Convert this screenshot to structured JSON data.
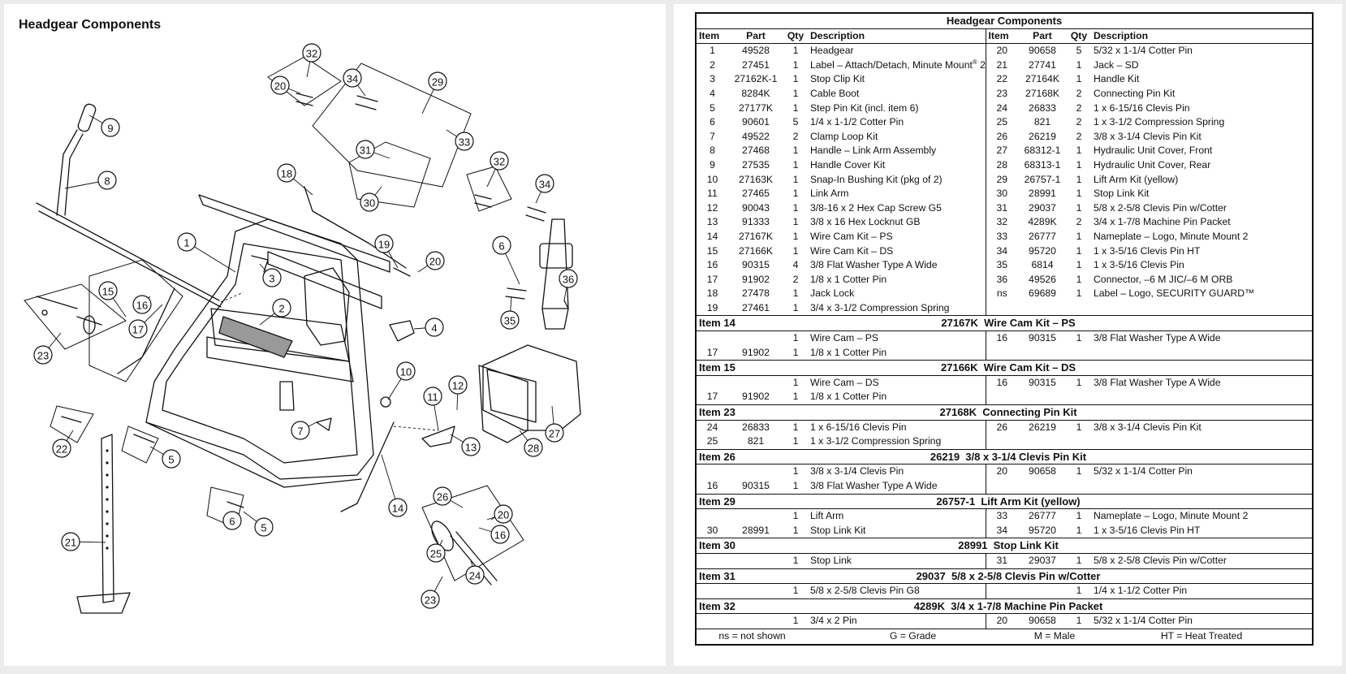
{
  "diagram": {
    "title": "Headgear Components",
    "callouts": [
      "1",
      "2",
      "3",
      "4",
      "5",
      "5",
      "6",
      "6",
      "7",
      "8",
      "9",
      "10",
      "11",
      "12",
      "13",
      "14",
      "15",
      "16",
      "16",
      "17",
      "18",
      "19",
      "20",
      "20",
      "20",
      "21",
      "22",
      "23",
      "23",
      "24",
      "25",
      "26",
      "27",
      "28",
      "29",
      "30",
      "31",
      "32",
      "32",
      "33",
      "34",
      "34",
      "35",
      "36"
    ]
  },
  "table": {
    "title": "Headgear Components",
    "headers": [
      "Item",
      "Part",
      "Qty",
      "Description",
      "Item",
      "Part",
      "Qty",
      "Description"
    ],
    "rows": [
      [
        "1",
        "49528",
        "1",
        "Headgear",
        "20",
        "90658",
        "5",
        "5/32 x 1-1/4 Cotter Pin"
      ],
      [
        "2",
        "27451",
        "1",
        "Label – Attach/Detach, Minute Mount® 2",
        "21",
        "27741",
        "1",
        "Jack – SD"
      ],
      [
        "3",
        "27162K-1",
        "1",
        "Stop Clip Kit",
        "22",
        "27164K",
        "1",
        "Handle Kit"
      ],
      [
        "4",
        "8284K",
        "1",
        "Cable Boot",
        "23",
        "27168K",
        "2",
        "Connecting Pin Kit"
      ],
      [
        "5",
        "27177K",
        "1",
        "Step Pin Kit (incl. item 6)",
        "24",
        "26833",
        "2",
        "1 x 6-15/16 Clevis Pin"
      ],
      [
        "6",
        "90601",
        "5",
        "1/4 x 1-1/2 Cotter Pin",
        "25",
        "821",
        "2",
        "1 x 3-1/2 Compression Spring"
      ],
      [
        "7",
        "49522",
        "2",
        "Clamp Loop Kit",
        "26",
        "26219",
        "2",
        "3/8 x 3-1/4 Clevis Pin Kit"
      ],
      [
        "8",
        "27468",
        "1",
        "Handle – Link Arm Assembly",
        "27",
        "68312-1",
        "1",
        "Hydraulic Unit Cover, Front"
      ],
      [
        "9",
        "27535",
        "1",
        "Handle Cover Kit",
        "28",
        "68313-1",
        "1",
        "Hydraulic Unit Cover, Rear"
      ],
      [
        "10",
        "27163K",
        "1",
        "Snap-In Bushing Kit (pkg of 2)",
        "29",
        "26757-1",
        "1",
        "Lift Arm Kit (yellow)"
      ],
      [
        "11",
        "27465",
        "1",
        "Link Arm",
        "30",
        "28991",
        "1",
        "Stop Link Kit"
      ],
      [
        "12",
        "90043",
        "1",
        "3/8-16 x 2 Hex Cap Screw G5",
        "31",
        "29037",
        "1",
        "5/8 x 2-5/8 Clevis Pin w/Cotter"
      ],
      [
        "13",
        "91333",
        "1",
        "3/8 x 16 Hex Locknut GB",
        "32",
        "4289K",
        "2",
        "3/4 x 1-7/8 Machine Pin Packet"
      ],
      [
        "14",
        "27167K",
        "1",
        "Wire Cam Kit – PS",
        "33",
        "26777",
        "1",
        "Nameplate – Logo, Minute Mount 2"
      ],
      [
        "15",
        "27166K",
        "1",
        "Wire Cam Kit – DS",
        "34",
        "95720",
        "1",
        "1 x 3-5/16 Clevis Pin HT"
      ],
      [
        "16",
        "90315",
        "4",
        "3/8 Flat Washer Type A Wide",
        "35",
        "6814",
        "1",
        "1 x 3-5/16 Clevis Pin"
      ],
      [
        "17",
        "91902",
        "2",
        "1/8 x 1 Cotter Pin",
        "36",
        "49526",
        "1",
        "Connector, –6 M JIC/–6 M ORB"
      ],
      [
        "18",
        "27478",
        "1",
        "Jack Lock",
        "ns",
        "69689",
        "1",
        "Label – Logo, SECURITY GUARD™"
      ],
      [
        "19",
        "27461",
        "1",
        "3/4 x 3-1/2 Compression Spring",
        "",
        "",
        "",
        ""
      ]
    ],
    "sections": [
      {
        "item": "Item 14",
        "title": "27167K  Wire Cam Kit – PS",
        "rows": [
          [
            "",
            "",
            "1",
            "Wire Cam – PS",
            "16",
            "90315",
            "1",
            "3/8 Flat Washer Type A Wide"
          ],
          [
            "17",
            "91902",
            "1",
            "1/8 x 1 Cotter Pin",
            "",
            "",
            "",
            ""
          ]
        ]
      },
      {
        "item": "Item 15",
        "title": "27166K  Wire Cam Kit – DS",
        "rows": [
          [
            "",
            "",
            "1",
            "Wire Cam – DS",
            "16",
            "90315",
            "1",
            "3/8 Flat Washer Type A Wide"
          ],
          [
            "17",
            "91902",
            "1",
            "1/8 x 1 Cotter Pin",
            "",
            "",
            "",
            ""
          ]
        ]
      },
      {
        "item": "Item 23",
        "title": "27168K  Connecting Pin Kit",
        "rows": [
          [
            "24",
            "26833",
            "1",
            "1 x 6-15/16 Clevis Pin",
            "26",
            "26219",
            "1",
            "3/8 x 3-1/4 Clevis Pin Kit"
          ],
          [
            "25",
            "821",
            "1",
            "1 x 3-1/2 Compression Spring",
            "",
            "",
            "",
            ""
          ]
        ]
      },
      {
        "item": "Item 26",
        "title": "26219  3/8 x 3-1/4 Clevis Pin Kit",
        "rows": [
          [
            "",
            "",
            "1",
            "3/8 x 3-1/4 Clevis Pin",
            "20",
            "90658",
            "1",
            "5/32 x 1-1/4 Cotter Pin"
          ],
          [
            "16",
            "90315",
            "1",
            "3/8 Flat Washer Type A Wide",
            "",
            "",
            "",
            ""
          ]
        ]
      },
      {
        "item": "Item 29",
        "title": "26757-1  Lift Arm Kit (yellow)",
        "rows": [
          [
            "",
            "",
            "1",
            "Lift Arm",
            "33",
            "26777",
            "1",
            "Nameplate – Logo, Minute Mount 2"
          ],
          [
            "30",
            "28991",
            "1",
            "Stop Link Kit",
            "34",
            "95720",
            "1",
            "1 x 3-5/16 Clevis Pin HT"
          ]
        ]
      },
      {
        "item": "Item 30",
        "title": "28991  Stop Link Kit",
        "rows": [
          [
            "",
            "",
            "1",
            "Stop Link",
            "31",
            "29037",
            "1",
            "5/8 x 2-5/8 Clevis Pin w/Cotter"
          ]
        ]
      },
      {
        "item": "Item 31",
        "title": "29037  5/8 x 2-5/8 Clevis Pin w/Cotter",
        "rows": [
          [
            "",
            "",
            "1",
            "5/8 x 2-5/8 Clevis Pin G8",
            "",
            "",
            "1",
            "1/4 x 1-1/2 Cotter Pin"
          ]
        ]
      },
      {
        "item": "Item 32",
        "title": "4289K  3/4 x 1-7/8 Machine Pin Packet",
        "rows": [
          [
            "",
            "",
            "1",
            "3/4 x 2 Pin",
            "20",
            "90658",
            "1",
            "5/32 x 1-1/4 Cotter Pin"
          ]
        ]
      }
    ],
    "footnotes": [
      "ns = not shown",
      "G = Grade",
      "M = Male",
      "HT = Heat Treated"
    ]
  }
}
